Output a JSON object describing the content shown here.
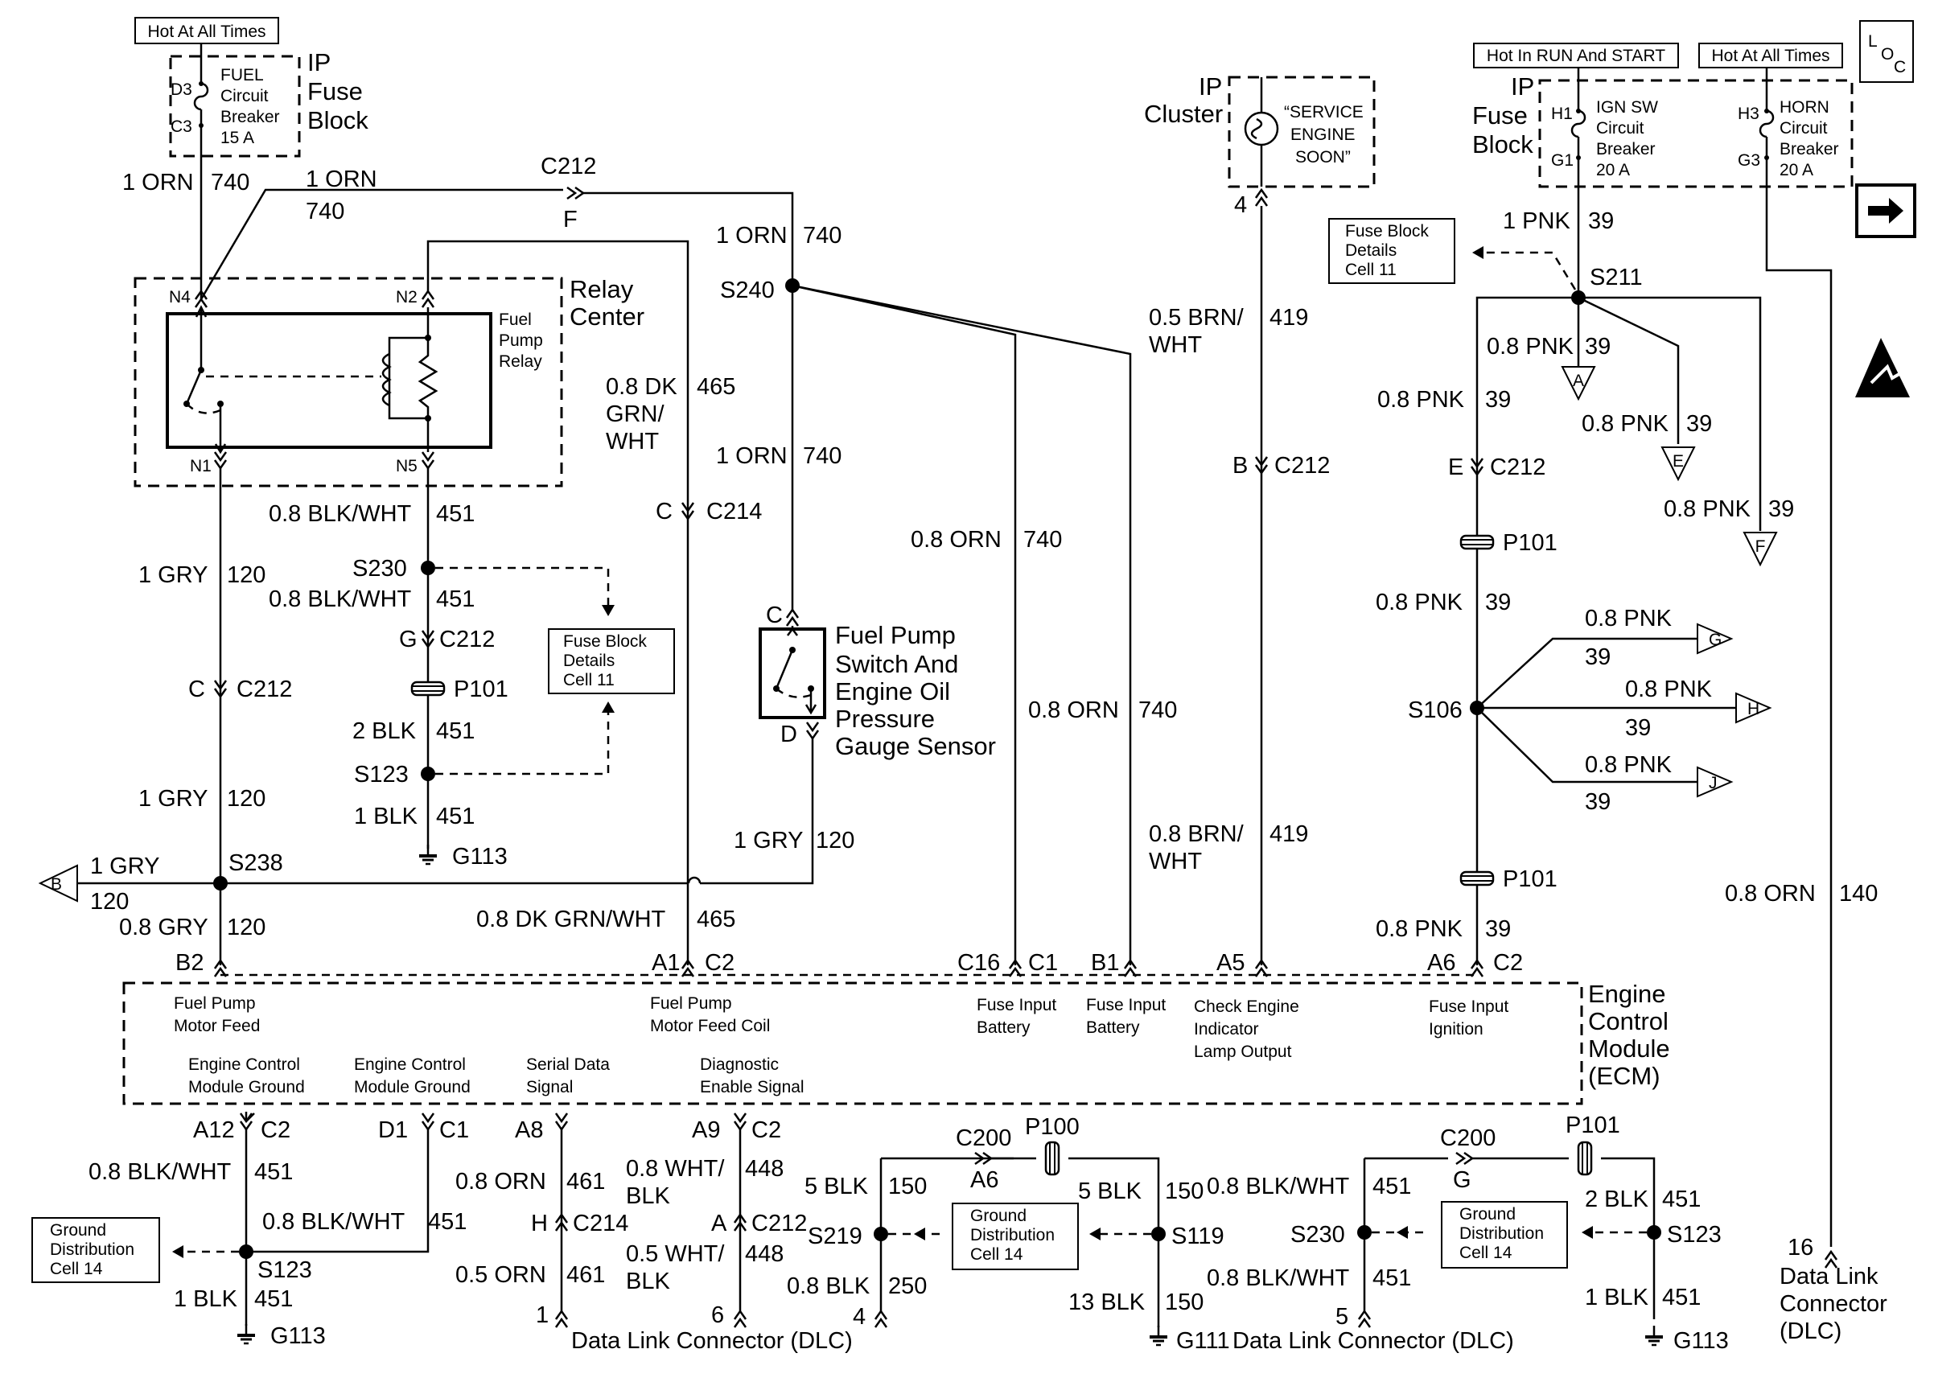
{
  "notes": {
    "hot_at_all_times_left": "Hot At All Times",
    "hot_in_run_and_start": "Hot In RUN And START",
    "hot_at_all_times_right": "Hot At All Times"
  },
  "components": {
    "ip_fuse_block_left": [
      "IP",
      "Fuse",
      "Block"
    ],
    "fuel_breaker": [
      "FUEL",
      "Circuit",
      "Breaker",
      "15 A"
    ],
    "relay_center": [
      "Relay",
      "Center"
    ],
    "fuel_pump_relay": [
      "Fuel",
      "Pump",
      "Relay"
    ],
    "ip_cluster": [
      "IP",
      "Cluster"
    ],
    "service_engine_soon": [
      "“SERVICE",
      "ENGINE",
      "SOON”"
    ],
    "ip_fuse_block_right": [
      "IP",
      "Fuse",
      "Block"
    ],
    "ign_sw_breaker": [
      "IGN SW",
      "Circuit",
      "Breaker",
      "20 A"
    ],
    "horn_breaker": [
      "HORN",
      "Circuit",
      "Breaker",
      "20 A"
    ],
    "fuel_pump_switch": [
      "Fuel Pump",
      "Switch And",
      "Engine Oil",
      "Pressure",
      "Gauge Sensor"
    ],
    "fuse_block_details": [
      "Fuse Block",
      "Details",
      "Cell 11"
    ],
    "ground_distribution": [
      "Ground",
      "Distribution",
      "Cell 14"
    ],
    "ecm_title": [
      "Engine",
      "Control",
      "Module",
      "(ECM)"
    ],
    "data_link_connector": "Data Link Connector (DLC)",
    "dlc_right": [
      "Data Link",
      "Connector",
      "(DLC)"
    ],
    "loc_symbol": [
      "L",
      "O",
      "C"
    ]
  },
  "ecm_pins": [
    [
      "Fuel Pump",
      "Motor Feed"
    ],
    [
      "Fuel Pump",
      "Motor Feed Coil"
    ],
    [
      "Fuse Input",
      "Battery"
    ],
    [
      "Fuse Input",
      "Battery"
    ],
    [
      "Check Engine",
      "Indicator",
      "Lamp Output"
    ],
    [
      "Fuse Input",
      "Ignition"
    ],
    [
      "Engine Control",
      "Module Ground"
    ],
    [
      "Engine Control",
      "Module Ground"
    ],
    [
      "Serial Data",
      "Signal"
    ],
    [
      "Diagnostic",
      "Enable Signal"
    ]
  ],
  "labels": {
    "d3": "D3",
    "c3": "C3",
    "h1": "H1",
    "g1": "G1",
    "h3": "H3",
    "g3": "G3",
    "n4": "N4",
    "n2": "N2",
    "n1": "N1",
    "n5": "N5",
    "w1orn": "1 ORN",
    "c740": "740",
    "c212": "C212",
    "pinF": "F",
    "s240": "S240",
    "s211": "S211",
    "s230": "S230",
    "s123": "S123",
    "s238": "S238",
    "s106": "S106",
    "s219": "S219",
    "s119": "S119",
    "w08dkgrn": "0.8 DK",
    "w_grn": "GRN/",
    "w_wht": "WHT",
    "c465": "465",
    "pinC": "C",
    "c214": "C214",
    "pinD": "D",
    "w08blkwht": "0.8 BLK/WHT",
    "c451": "451",
    "pinG": "G",
    "p101": "P101",
    "w2blk": "2 BLK",
    "w1blk": "1 BLK",
    "g113": "G113",
    "g111": "G111",
    "w1gry": "1 GRY",
    "c120": "120",
    "w08gry": "0.8 GRY",
    "w08orn": "0.8 ORN",
    "w05brnwht": "0.5 BRN/",
    "c419": "419",
    "w08brnwht": "0.8 BRN/",
    "pinB": "B",
    "pin4": "4",
    "w1pnk": "1 PNK",
    "c39": "39",
    "w08pnk": "0.8 PNK",
    "pinE": "E",
    "conA": "A",
    "conB": "B",
    "conE": "E",
    "conF": "F",
    "conG": "G",
    "conH": "H",
    "conJ": "J",
    "w08dkgrnwht": "0.8 DK GRN/WHT",
    "b2": "B2",
    "a1": "A1",
    "c2": "C2",
    "c16": "C16",
    "c1": "C1",
    "b1": "B1",
    "a5": "A5",
    "a6": "A6",
    "a12": "A12",
    "d1": "D1",
    "a8": "A8",
    "a9": "A9",
    "c461": "461",
    "c448": "448",
    "w08wht": "0.8 WHT/",
    "w05wht": "0.5 WHT/",
    "w_blk": "BLK",
    "w05orn": "0.5 ORN",
    "pinH": "H",
    "pinA": "A",
    "pin1": "1",
    "pin6": "6",
    "pin5": "5",
    "pin16": "16",
    "c200": "C200",
    "p100": "P100",
    "pinA6": "A6",
    "w5blk": "5 BLK",
    "c150": "150",
    "w08blk": "0.8 BLK",
    "c250": "250",
    "w13blk": "13 BLK",
    "c140": "140"
  }
}
